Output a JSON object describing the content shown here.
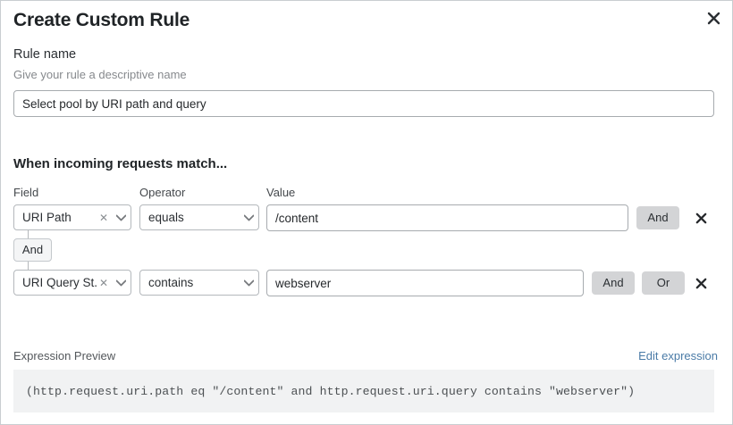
{
  "dialog": {
    "title": "Create Custom Rule",
    "close_icon": "close-icon"
  },
  "rule_name": {
    "label": "Rule name",
    "help": "Give your rule a descriptive name",
    "value": "Select pool by URI path and query",
    "placeholder": "Select pool by URI path and query"
  },
  "conditions": {
    "heading": "When incoming requests match...",
    "columns": {
      "field": "Field",
      "operator": "Operator",
      "value": "Value"
    },
    "connector": {
      "label": "And"
    },
    "rows": [
      {
        "field": "URI Path",
        "field_clear_icon": "clear-x-icon",
        "field_caret_icon": "chevron-down-icon",
        "operator": "equals",
        "operator_caret_icon": "chevron-down-icon",
        "value": "/content",
        "logic_buttons": [
          "And"
        ],
        "remove_icon": "close-icon"
      },
      {
        "field": "URI Query St...",
        "field_clear_icon": "clear-x-icon",
        "field_caret_icon": "chevron-down-icon",
        "operator": "contains",
        "operator_caret_icon": "chevron-down-icon",
        "value": "webserver",
        "logic_buttons": [
          "And",
          "Or"
        ],
        "remove_icon": "close-icon"
      }
    ]
  },
  "expression_preview": {
    "label": "Expression Preview",
    "edit_link": "Edit expression",
    "expression": "(http.request.uri.path eq \"/content\" and http.request.uri.query contains \"webserver\")"
  },
  "colors": {
    "link": "#4a7ba7",
    "logic_button_bg": "#d3d4d6",
    "expression_bg": "#f1f2f3",
    "border": "#b4b8bc"
  }
}
